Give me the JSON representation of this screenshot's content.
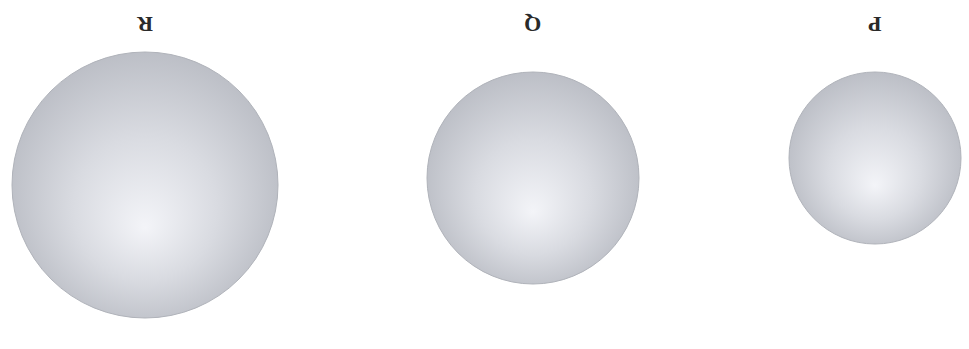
{
  "diagram": {
    "nodes": [
      {
        "text": [
          "P"
        ]
      },
      {
        "text": [
          "Q"
        ]
      },
      {
        "text": [
          "R"
        ]
      }
    ]
  }
}
